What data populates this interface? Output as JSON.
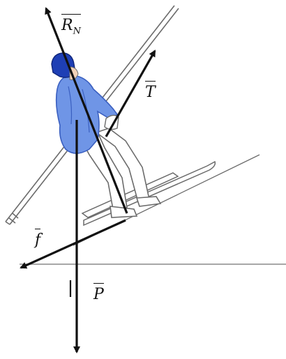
{
  "diagram": {
    "forces": [
      {
        "id": "normal",
        "base": "R",
        "subscript": "N",
        "description": "normal reaction"
      },
      {
        "id": "tension",
        "base": "T",
        "subscript": "",
        "description": "tension"
      },
      {
        "id": "friction",
        "base": "f",
        "subscript": "",
        "description": "friction"
      },
      {
        "id": "weight",
        "base": "P",
        "subscript": "",
        "description": "weight"
      }
    ],
    "colors": {
      "vector": "#111111",
      "jacket": "#6f95e6",
      "jacket_dark": "#3a5fc0",
      "helmet": "#1e3fb5",
      "line_art": "#6b6b6b",
      "horizon": "#8a8a8a"
    }
  }
}
